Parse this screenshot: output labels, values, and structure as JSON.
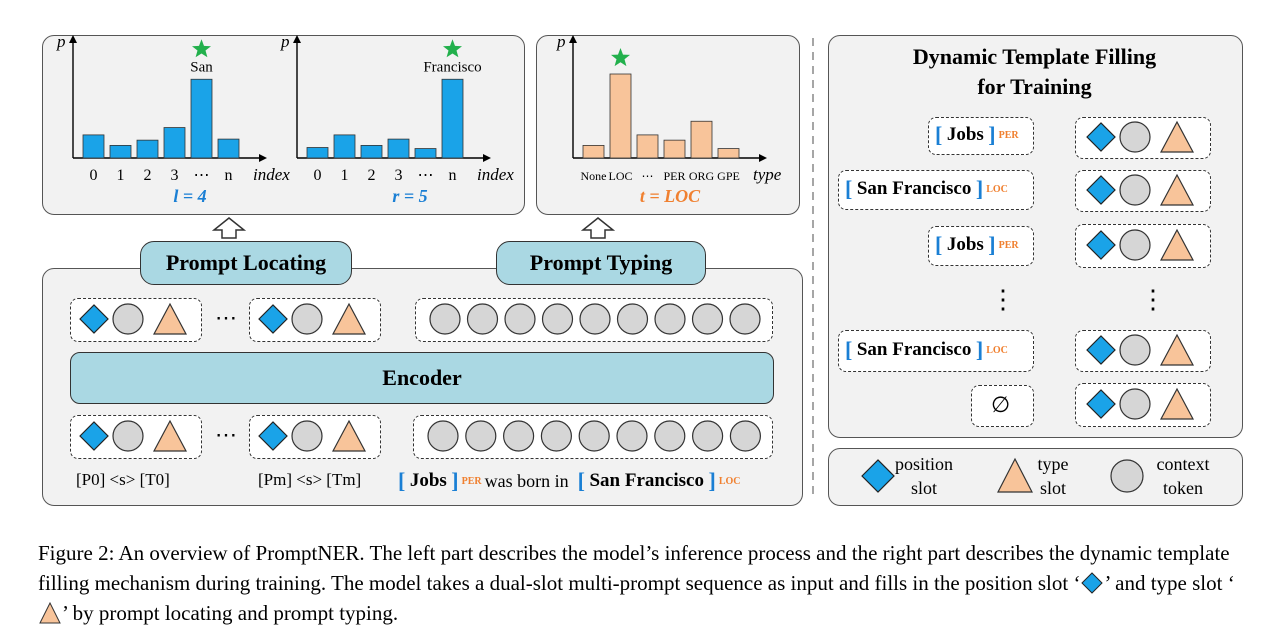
{
  "figure": {
    "caption": "Figure 2: An overview of PromptNER. The left part describes the model’s inference process and the right part describes the dynamic template filling mechanism during training. The model takes a dual-slot multi-prompt sequence as input and fills in the position slot ‘",
    "caption_mid": "’ and type slot ‘",
    "caption_end": "’ by prompt locating and prompt typing."
  },
  "left": {
    "p_label": "p",
    "index_label": "index",
    "chart1": {
      "ticks": [
        "0",
        "1",
        "2",
        "3",
        "⋯",
        "n"
      ],
      "values": [
        0.22,
        0.12,
        0.17,
        0.29,
        0.75,
        0.18
      ],
      "star_label": "San",
      "result": "l = 4"
    },
    "chart2": {
      "ticks": [
        "0",
        "1",
        "2",
        "3",
        "⋯",
        "n"
      ],
      "values": [
        0.1,
        0.22,
        0.12,
        0.18,
        0.09,
        0.75
      ],
      "star_label": "Francisco",
      "result": "r = 5"
    },
    "chart3": {
      "ticks": [
        "None",
        "LOC",
        "⋯",
        "PER",
        "ORG",
        "GPE"
      ],
      "values": [
        0.12,
        0.8,
        0.22,
        0.17,
        0.35,
        0.09
      ],
      "axis_label": "type",
      "result": "t = LOC"
    },
    "prompt_locating": "Prompt Locating",
    "prompt_typing": "Prompt Typing",
    "encoder": "Encoder",
    "ellipsis": "⋯",
    "input_p0": "[P0] <s> [T0]",
    "input_pm": "[Pm] <s> [Tm]",
    "sentence": {
      "ent1": "Jobs",
      "tag1": "PER",
      "middle": "was born in",
      "ent2": "San Francisco",
      "tag2": "LOC"
    }
  },
  "right": {
    "title_line1": "Dynamic Template Filling",
    "title_line2": "for Training",
    "entities": [
      {
        "name": "Jobs",
        "tag": "PER"
      },
      {
        "name": "San Francisco",
        "tag": "LOC"
      },
      {
        "name": "Jobs",
        "tag": "PER"
      },
      {
        "name": "San Francisco",
        "tag": "LOC"
      }
    ],
    "empty_symbol": "∅",
    "vdots": "⋮"
  },
  "legend": {
    "position_slot_line1": "position",
    "position_slot_line2": "slot",
    "type_slot_line1": "type",
    "type_slot_line2": "slot",
    "context_token_line1": "context",
    "context_token_line2": "token"
  },
  "colors": {
    "blue_bar": "#1aa3e8",
    "orange_bar": "#f8c49a",
    "star": "#22b04c",
    "accent_blue": "#1a7fd4",
    "accent_orange": "#f08030",
    "encoder_fill": "#aad8e3"
  }
}
